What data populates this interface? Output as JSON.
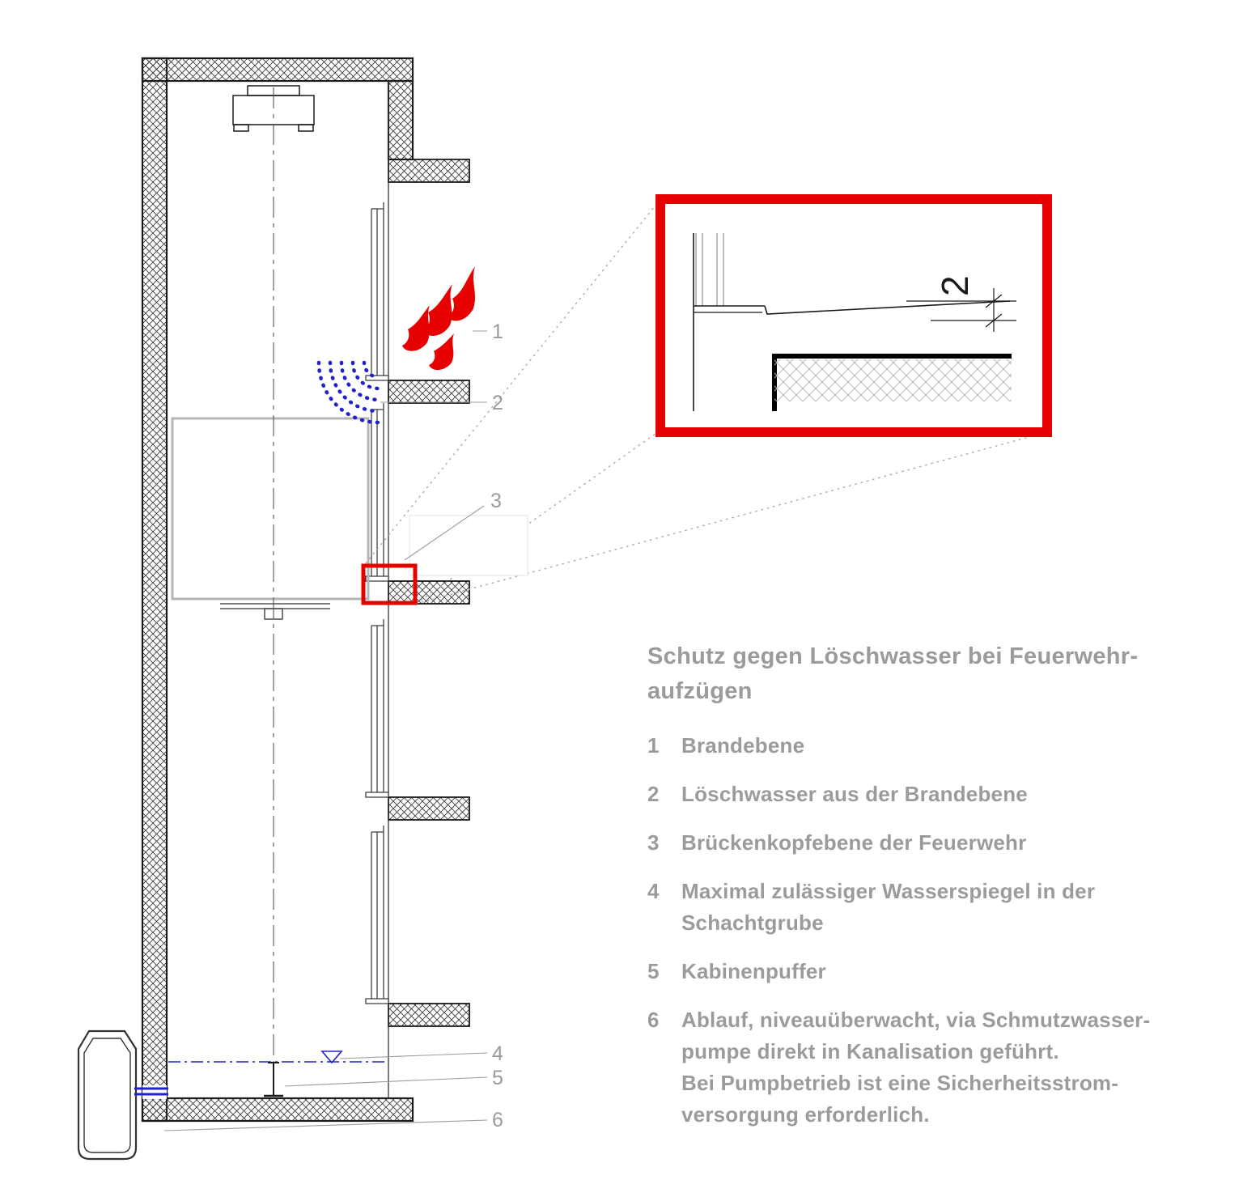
{
  "figure": {
    "title_lines": [
      "Schutz gegen Löschwasser bei Feuerwehr-",
      "aufzügen"
    ],
    "legend": [
      {
        "num": "1",
        "lines": [
          "Brandebene"
        ]
      },
      {
        "num": "2",
        "lines": [
          "Löschwasser aus der Brandebene"
        ]
      },
      {
        "num": "3",
        "lines": [
          "Brückenkopfebene der Feuerwehr"
        ]
      },
      {
        "num": "4",
        "lines": [
          "Maximal zulässiger Wasserspiegel in der",
          "Schachtgrube"
        ]
      },
      {
        "num": "5",
        "lines": [
          "Kabinenpuffer"
        ]
      },
      {
        "num": "6",
        "lines": [
          "Ablauf, niveauüberwacht, via Schmutzwasser-",
          "pumpe direkt in Kanalisation geführt.",
          "Bei Pumpbetrieb ist eine Sicherheitsstrom-",
          "versorgung erforderlich."
        ]
      }
    ],
    "callout_numbers": [
      "1",
      "2",
      "3",
      "4",
      "5",
      "6"
    ],
    "detail": {
      "dimension": "2"
    },
    "colors": {
      "accent_red": "#e60000",
      "water_blue": "#2222cc",
      "label_gray": "#9b9b9b",
      "line_dark": "#1a1a1a"
    }
  }
}
